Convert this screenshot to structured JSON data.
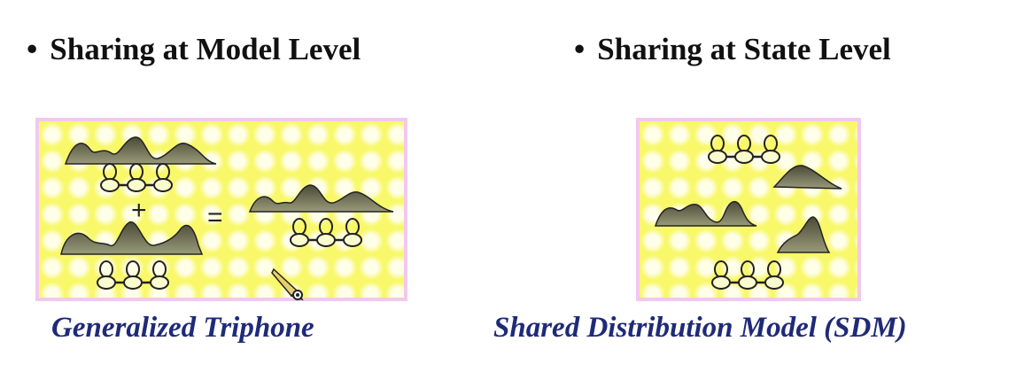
{
  "left_section": {
    "bullet": "•",
    "heading": "Sharing at Model Level",
    "caption": "Generalized Triphone",
    "plus_symbol": "+",
    "equals_symbol": "="
  },
  "right_section": {
    "bullet": "•",
    "heading": "Sharing at State Level",
    "caption": "Shared Distribution Model (SDM)"
  },
  "colors": {
    "panel_yellow": "#f8f86a",
    "panel_border": "#f2c8ee",
    "caption_navy": "#1f2a78",
    "heading_text": "#111111",
    "distribution_fill": "#6f6f55"
  },
  "icons": {
    "cursor": "pencil-cursor-icon"
  }
}
